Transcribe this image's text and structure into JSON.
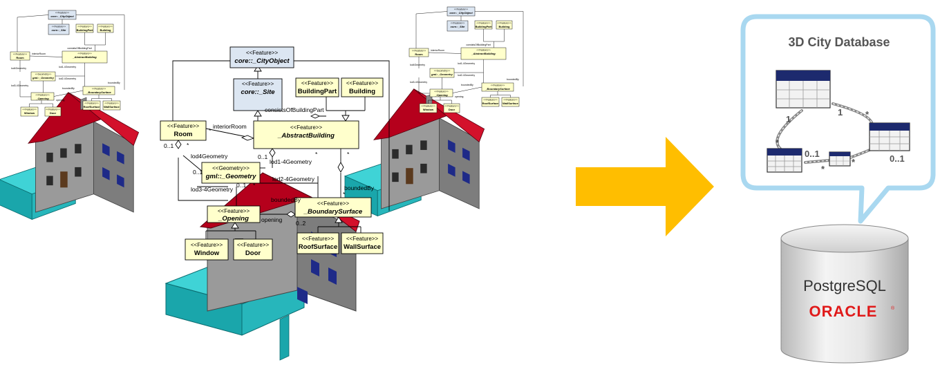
{
  "uml": {
    "stereotype_feature": "<<Feature>>",
    "stereotype_geometry": "<<Geometry>>",
    "classes": {
      "city_object": "core::_CityObject",
      "site": "core::_Site",
      "building_part": "BuildingPart",
      "building": "Building",
      "room": "Room",
      "abstract_building": "_AbstractBuilding",
      "geometry": "gml::_Geometry",
      "boundary_surface": "_BoundarySurface",
      "opening": "_Opening",
      "window": "Window",
      "door": "Door",
      "roof_surface": "RoofSurface",
      "wall_surface": "WallSurface"
    },
    "labels": {
      "consists_of_building_part": "consistsOfBuildingPart",
      "interior_room": "interiorRoom",
      "lod4_geometry": "lod4Geometry",
      "lod1_4_geometry": "lod1-4Geometry",
      "lod2_4_geometry": "lod2-4Geometry",
      "lod3_4_geometry": "lod3-4Geometry",
      "bounded_by": "boundedBy",
      "opening": "opening",
      "mult_0_1": "0..1",
      "mult_0_2": "0..2",
      "mult_many": "*"
    }
  },
  "database": {
    "title": "3D City Database",
    "relations": {
      "one": "1",
      "many": "*",
      "zero_one": "0..1"
    },
    "postgres": "PostgreSQL",
    "oracle": "ORACLE",
    "oracle_mark": "®"
  },
  "colors": {
    "arrow": "#FFBE00",
    "bubble_border": "#A9D8F0",
    "roof": "#C8001E",
    "wall": "#8A8A8A",
    "annex": "#20B8C0",
    "uml_box": "#FFFFCC",
    "uml_header": "#DCE6F2",
    "oracle": "#E01A1A"
  }
}
